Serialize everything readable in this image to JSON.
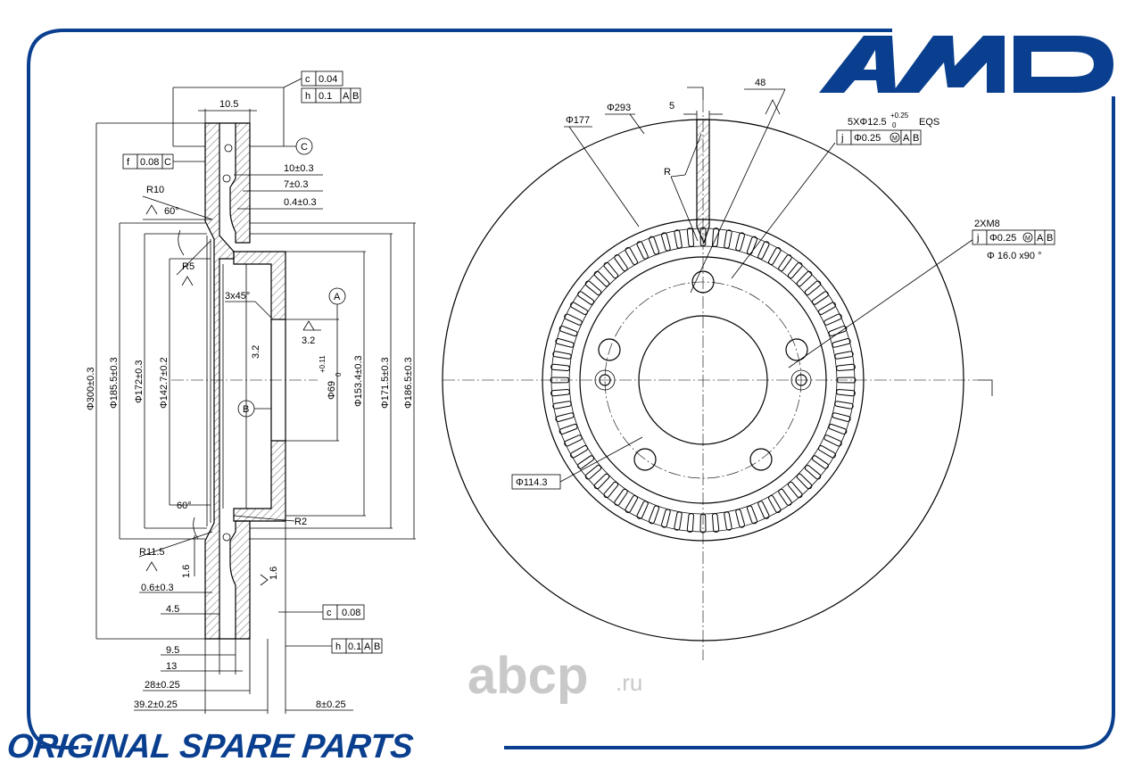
{
  "brand": {
    "logo": "AMD",
    "slogan": "ORIGINAL SPARE PARTS",
    "watermark_main": "abcp",
    "watermark_tld": ".ru",
    "colors": {
      "primary": "#0a3f8f",
      "watermark": "#c9c9c9"
    }
  },
  "side_view": {
    "dims_left": [
      "Φ300±0.3",
      "Φ185.5±0.3",
      "Φ172±0.3",
      "Φ142.7±0.2"
    ],
    "dims_right": [
      "Φ69",
      "Φ153.4±0.3",
      "Φ171.5±0.3",
      "Φ186.5±0.3"
    ],
    "phi69_tol_upper": "+0.11",
    "phi69_tol_lower": "0",
    "top_dim": "10.5",
    "dim_10": "10±0.3",
    "dim_7": "7±0.3",
    "dim_04": "0.4±0.3",
    "r10": "R10",
    "angle_top": "60°",
    "r5": "R5",
    "chamfer": "3x45°",
    "rough_32_a": "3.2",
    "rough_32_b": "3.2",
    "angle_bottom": "60°",
    "r2": "R2",
    "r115": "R11.5",
    "dim_16_a": "1.6",
    "dim_16_b": "1.6",
    "dim_06": "0.6±0.3",
    "dim_45": "4.5",
    "dim_95": "9.5",
    "dim_13": "13",
    "dim_28": "28±0.25",
    "dim_392": "39.2±0.25",
    "dim_8": "8±0.25",
    "datum_a": "A",
    "datum_b": "B",
    "datum_c": "C",
    "tol_c": {
      "sym": "c",
      "val": "0.04"
    },
    "tol_h_top": {
      "sym": "h",
      "val": "0.1",
      "r1": "A",
      "r2": "B"
    },
    "tol_f": {
      "sym": "f",
      "val": "0.08",
      "r1": "C"
    },
    "tol_c2": {
      "sym": "c",
      "val": "0.08"
    },
    "tol_h_bot": {
      "sym": "h",
      "val": "0.1",
      "r1": "A",
      "r2": "B"
    }
  },
  "front_view": {
    "d177": "Φ177",
    "d293": "Φ293",
    "d1143": "Φ114.3",
    "dim_5": "5",
    "dim_48": "48",
    "label_r": "R",
    "holes_spec": "5XΦ12.5",
    "holes_tol_upper": "+0.25",
    "holes_tol_lower": "0",
    "eqs": "EQS",
    "tol_holes": {
      "sym": "j",
      "val": "Φ0.25",
      "mod": "M",
      "r1": "A",
      "r2": "B"
    },
    "thread_spec": "2XM8",
    "tol_thread": {
      "sym": "j",
      "val": "Φ0.25",
      "mod": "M",
      "r1": "A",
      "r2": "B"
    },
    "countersink": "Φ 16.0 x90 °"
  }
}
